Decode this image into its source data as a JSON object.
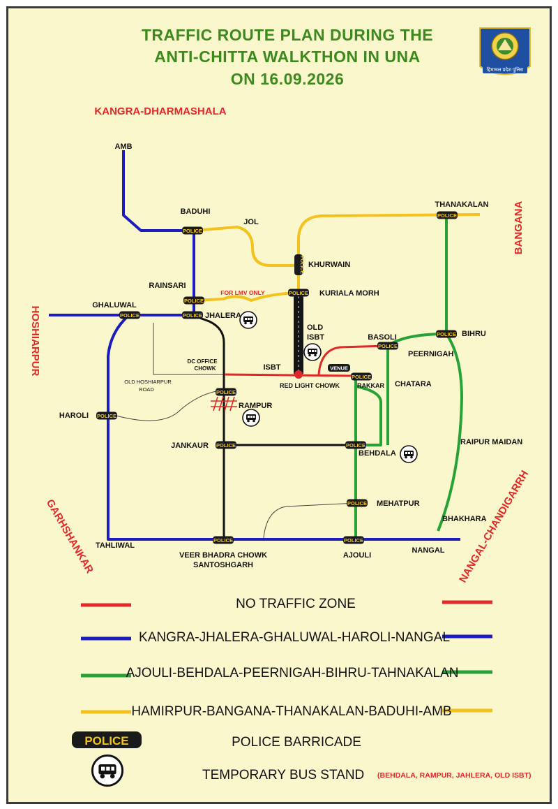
{
  "title": {
    "line1": "TRAFFIC ROUTE PLAN DURING THE",
    "line2": "ANTI-CHITTA WALKTHON IN UNA",
    "line3": "ON 16.09.2026"
  },
  "emblem": {
    "icon": "himachal-police-emblem-icon",
    "text": "हिमाचल प्रदेश पुलिस"
  },
  "regions": {
    "kangra": "KANGRA-DHARMASHALA",
    "hoshiarpur": "HOSHIARPUR",
    "garhshankar": "GARHSHANKAR",
    "bangana": "BANGANA",
    "nangal_chandigarh": "NANGAL-CHANDIGARRH"
  },
  "places": {
    "amb": "AMB",
    "baduhi": "BADUHI",
    "jol": "JOL",
    "khurwain": "KHURWAIN",
    "kuriala_morh": "KURIALA MORH",
    "for_lmv_only": "FOR LMV ONLY",
    "rainsari": "RAINSARI",
    "ghaluwal": "GHALUWAL",
    "jhalera": "JHALERA",
    "old_isbt_1": "OLD",
    "old_isbt_2": "ISBT",
    "isbt": "ISBT",
    "dc_office_1": "DC OFFICE",
    "dc_office_2": "CHOWK",
    "red_light_chowk": "RED LIGHT CHOWK",
    "basoli": "BASOLI",
    "venue": "VENUE",
    "rakkar": "RAKKAR",
    "chatara": "CHATARA",
    "peernigah": "PEERNIGAH",
    "bihru": "BIHRU",
    "thanakalan": "THANAKALAN",
    "old_hoshiarpur_1": "OLD HOSHIARPUR",
    "old_hoshiarpur_2": "ROAD",
    "rampur": "RAMPUR",
    "haroli": "HAROLI",
    "jankaur": "JANKAUR",
    "behdala": "BEHDALA",
    "raipur_maidan": "RAIPUR MAIDAN",
    "mehatpur": "MEHATPUR",
    "bhakhara": "BHAKHARA",
    "tahliwal": "TAHLIWAL",
    "veer_bhadra_1": "VEER BHADRA CHOWK",
    "veer_bhadra_2": "SANTOSHGARH",
    "ajouli": "AJOULI",
    "nangal": "NANGAL"
  },
  "police_label": "POLICE",
  "legend": {
    "red": {
      "label": "NO TRAFFIC ZONE",
      "color": "#e02828"
    },
    "blue": {
      "label": "KANGRA-JHALERA-GHALUWAL-HAROLI-NANGAL",
      "color": "#1c1cbf"
    },
    "green": {
      "label": "AJOULI-BEHDALA-PEERNIGAH-BIHRU-TAHNAKALAN",
      "color": "#27a236"
    },
    "yellow": {
      "label": "HAMIRPUR-BANGANA-THANAKALAN-BADUHI-AMB",
      "color": "#f3c21f"
    },
    "police_badge": "POLICE",
    "police_desc": "POLICE BARRICADE",
    "bus_desc": "TEMPORARY BUS STAND",
    "bus_note": "(BEHDALA, RAMPUR, JAHLERA, OLD ISBT)"
  }
}
